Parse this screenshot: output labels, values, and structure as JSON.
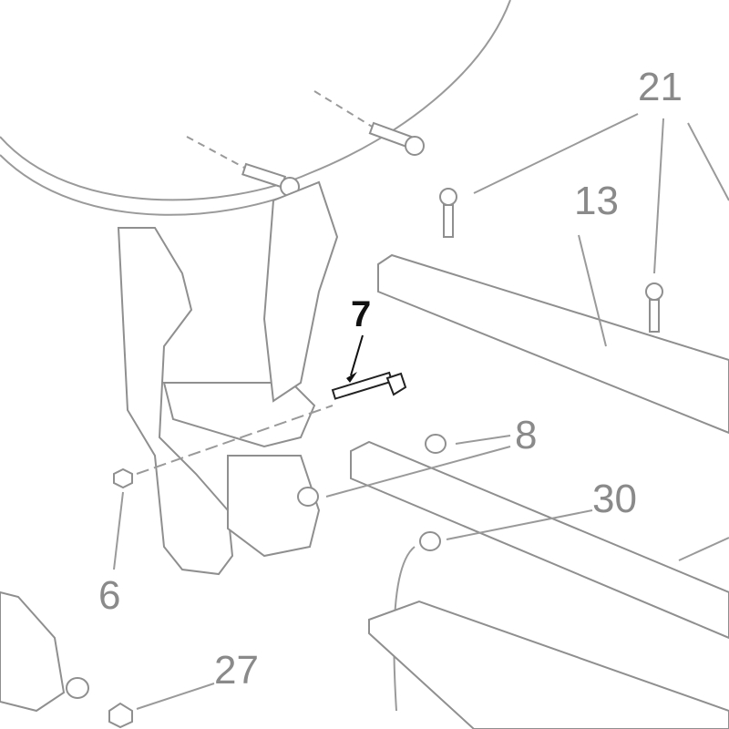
{
  "diagram": {
    "type": "exploded parts view",
    "highlight_color": "#111111",
    "line_color": "#8f8f8f",
    "callouts": [
      {
        "label": "21",
        "highlighted": false
      },
      {
        "label": "13",
        "highlighted": false
      },
      {
        "label": "7",
        "highlighted": true
      },
      {
        "label": "8",
        "highlighted": false
      },
      {
        "label": "30",
        "highlighted": false
      },
      {
        "label": "6",
        "highlighted": false
      },
      {
        "label": "27",
        "highlighted": false
      }
    ]
  }
}
